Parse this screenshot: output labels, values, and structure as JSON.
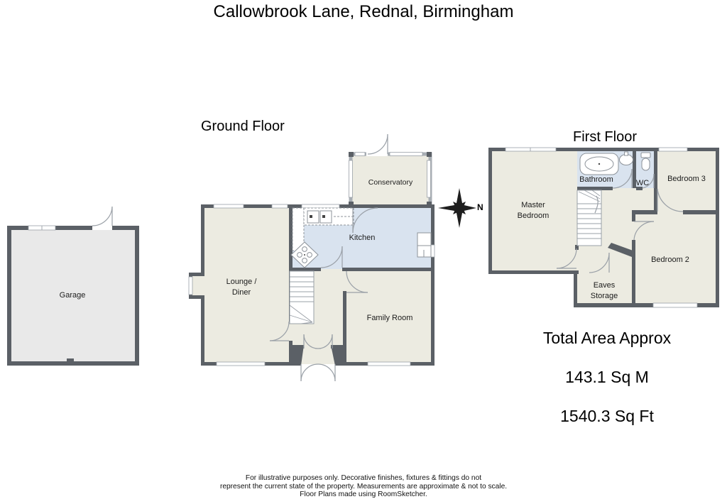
{
  "title": "Callowbrook Lane, Rednal, Birmingham",
  "ground_floor": {
    "label": "Ground Floor",
    "rooms": {
      "garage": "Garage",
      "lounge_diner": "Lounge /\nDiner",
      "kitchen": "Kitchen",
      "conservatory": "Conservatory",
      "family_room": "Family Room"
    }
  },
  "first_floor": {
    "label": "First Floor",
    "rooms": {
      "master_bedroom": "Master\nBedroom",
      "bathroom": "Bathroom",
      "wc": "WC",
      "bedroom_3": "Bedroom 3",
      "bedroom_2": "Bedroom 2",
      "eaves_storage": "Eaves\nStorage"
    }
  },
  "compass": {
    "north_label": "N"
  },
  "total_area": {
    "heading": "Total Area Approx",
    "metric": "143.1 Sq M",
    "imperial": "1540.3 Sq Ft"
  },
  "disclaimer": "For illustrative purposes only. Decorative finishes, fixtures & fittings do not\nrepresent the current state of the property. Measurements are approximate & not to scale.\nFloor Plans made using RoomSketcher.",
  "colors": {
    "wall": "#5B6066",
    "room_fill": "#ECEBE1",
    "wet_room_fill": "#D9E3EF",
    "garage_fill": "#E9E9E9",
    "conservatory_wall": "#A8AEB4",
    "door_arc": "#9AA0A7",
    "fixture_outline": "#8D939A",
    "compass": "#1E1E1E"
  }
}
